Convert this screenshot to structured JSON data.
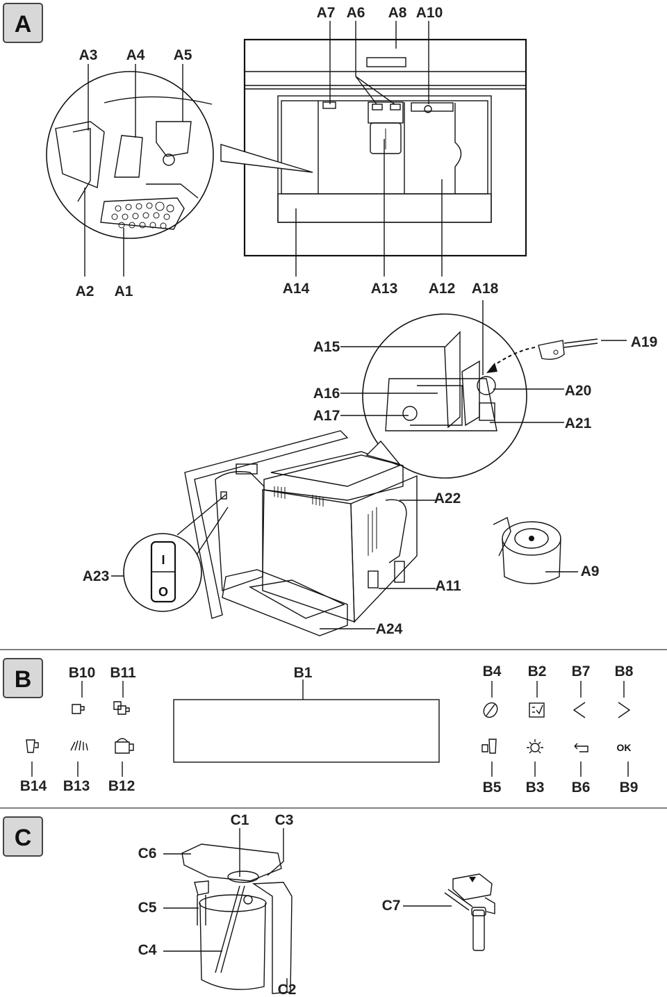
{
  "sections": {
    "a": "A",
    "b": "B",
    "c": "C"
  },
  "labels_a": {
    "A1": "A1",
    "A2": "A2",
    "A3": "A3",
    "A4": "A4",
    "A5": "A5",
    "A6": "A6",
    "A7": "A7",
    "A8": "A8",
    "A9": "A9",
    "A10": "A10",
    "A11": "A11",
    "A12": "A12",
    "A13": "A13",
    "A14": "A14",
    "A15": "A15",
    "A16": "A16",
    "A17": "A17",
    "A18": "A18",
    "A19": "A19",
    "A20": "A20",
    "A21": "A21",
    "A22": "A22",
    "A23": "A23",
    "A24": "A24"
  },
  "labels_b": {
    "B1": "B1",
    "B2": "B2",
    "B3": "B3",
    "B4": "B4",
    "B5": "B5",
    "B6": "B6",
    "B7": "B7",
    "B8": "B8",
    "B9": "B9",
    "B10": "B10",
    "B11": "B11",
    "B12": "B12",
    "B13": "B13",
    "B14": "B14"
  },
  "labels_c": {
    "C1": "C1",
    "C2": "C2",
    "C3": "C3",
    "C4": "C4",
    "C5": "C5",
    "C6": "C6",
    "C7": "C7"
  },
  "switch": {
    "on": "I",
    "off": "O"
  },
  "ok_button": "OK",
  "icons": {
    "B2": "checklist-icon",
    "B3": "light-icon",
    "B4": "coffee-bean-icon",
    "B5": "two-cups-milk-icon",
    "B6": "back-arrow-icon",
    "B7": "chevron-left-icon",
    "B8": "chevron-right-icon",
    "B10": "single-cup-icon",
    "B11": "double-cup-icon",
    "B12": "mug-icon",
    "B13": "steam-icon",
    "B14": "hot-water-icon"
  }
}
